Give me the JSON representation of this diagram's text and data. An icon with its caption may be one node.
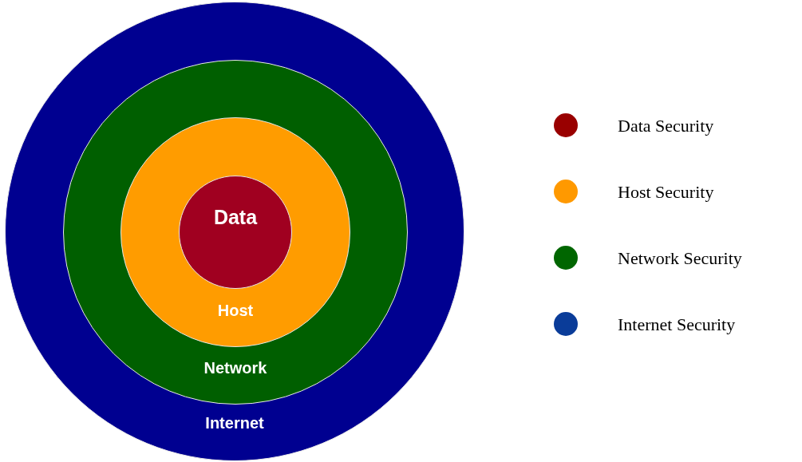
{
  "diagram": {
    "nodes": [
      {
        "text": [
          "Internet"
        ]
      },
      {
        "text": [
          "Network"
        ],
        "in": 0
      },
      {
        "text": [
          "Host"
        ],
        "in": 1
      },
      {
        "text": [
          "Data"
        ],
        "in": 2
      }
    ],
    "legend": [
      {
        "text": "Data Security",
        "color": "#990000"
      },
      {
        "text": "Host Security",
        "color": "#ff9900"
      },
      {
        "text": "Network Security",
        "color": "#006600"
      },
      {
        "text": "Internet Security",
        "color": "#0a3c99"
      }
    ]
  }
}
